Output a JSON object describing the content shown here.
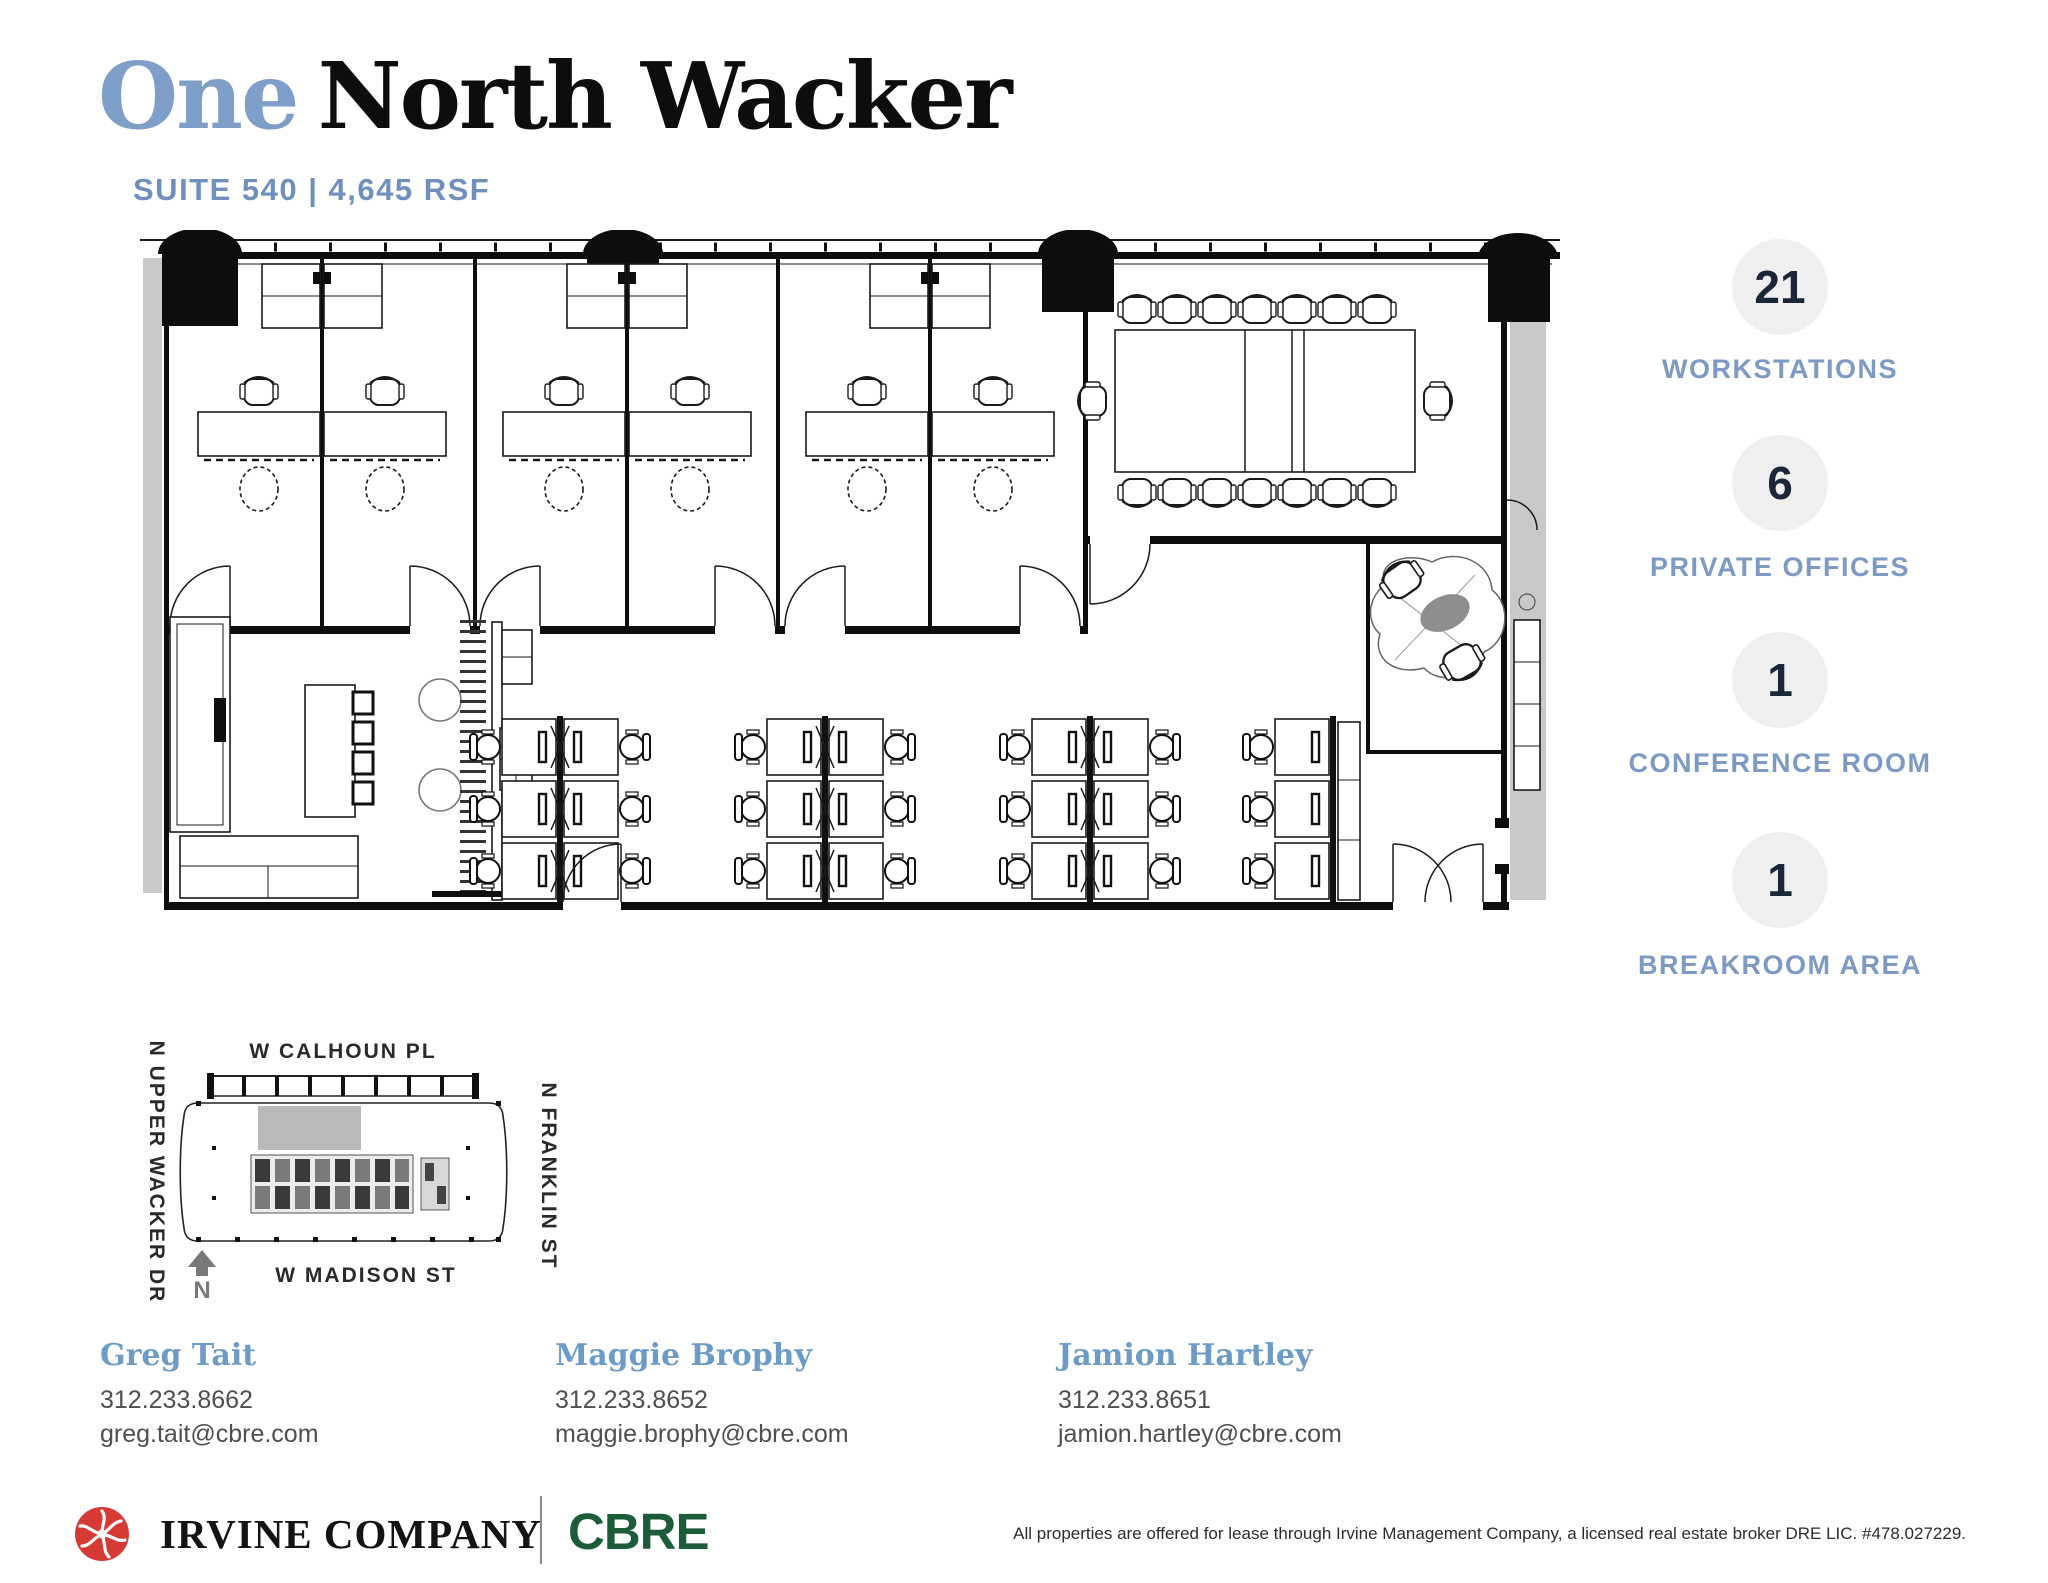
{
  "header": {
    "title_accent": "One",
    "title_rest": "North Wacker",
    "subtitle": "SUITE 540 | 4,645 RSF"
  },
  "plan_stats": [
    {
      "value": "21",
      "label": "WORKSTATIONS"
    },
    {
      "value": "6",
      "label": "PRIVATE OFFICES"
    },
    {
      "value": "1",
      "label": "CONFERENCE ROOM"
    },
    {
      "value": "1",
      "label": "BREAKROOM AREA"
    }
  ],
  "site_map": {
    "street_top": "W CALHOUN PL",
    "street_left": "N UPPER WACKER DR",
    "street_right": "N FRANKLIN ST",
    "street_bottom": "W MADISON ST",
    "north_label": "N"
  },
  "contacts": [
    {
      "name": "Greg Tait",
      "phone": "312.233.8662",
      "email": "greg.tait@cbre.com"
    },
    {
      "name": "Maggie Brophy",
      "phone": "312.233.8652",
      "email": "maggie.brophy@cbre.com"
    },
    {
      "name": "Jamion Hartley",
      "phone": "312.233.8651",
      "email": "jamion.hartley@cbre.com"
    }
  ],
  "footer": {
    "irvine_logo_text": "IRVINE COMPANY",
    "cbre_logo_text": "CBRE",
    "disclaimer": "All properties are offered for lease through Irvine Management Company, a licensed real estate broker DRE LIC. #478.027229."
  },
  "colors": {
    "accent_blue": "#7f9fc9",
    "label_blue": "#7d9ac4",
    "stat_navy": "#1b2638",
    "circle_gray": "#efefef",
    "cbre_green": "#1d5c38",
    "irvine_red": "#d63a34"
  }
}
